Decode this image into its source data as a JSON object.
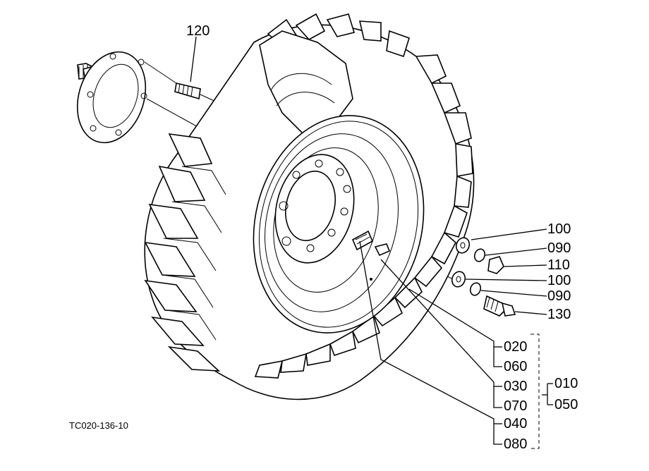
{
  "diagram": {
    "drawing_code": "TC020-136-10",
    "labels": {
      "p120": "120",
      "p100a": "100",
      "p090a": "090",
      "p110": "110",
      "p100b": "100",
      "p090b": "090",
      "p130": "130",
      "p020": "020",
      "p060": "060",
      "p030": "030",
      "p070": "070",
      "p040": "040",
      "p080": "080",
      "p010": "010",
      "p050": "050"
    }
  }
}
